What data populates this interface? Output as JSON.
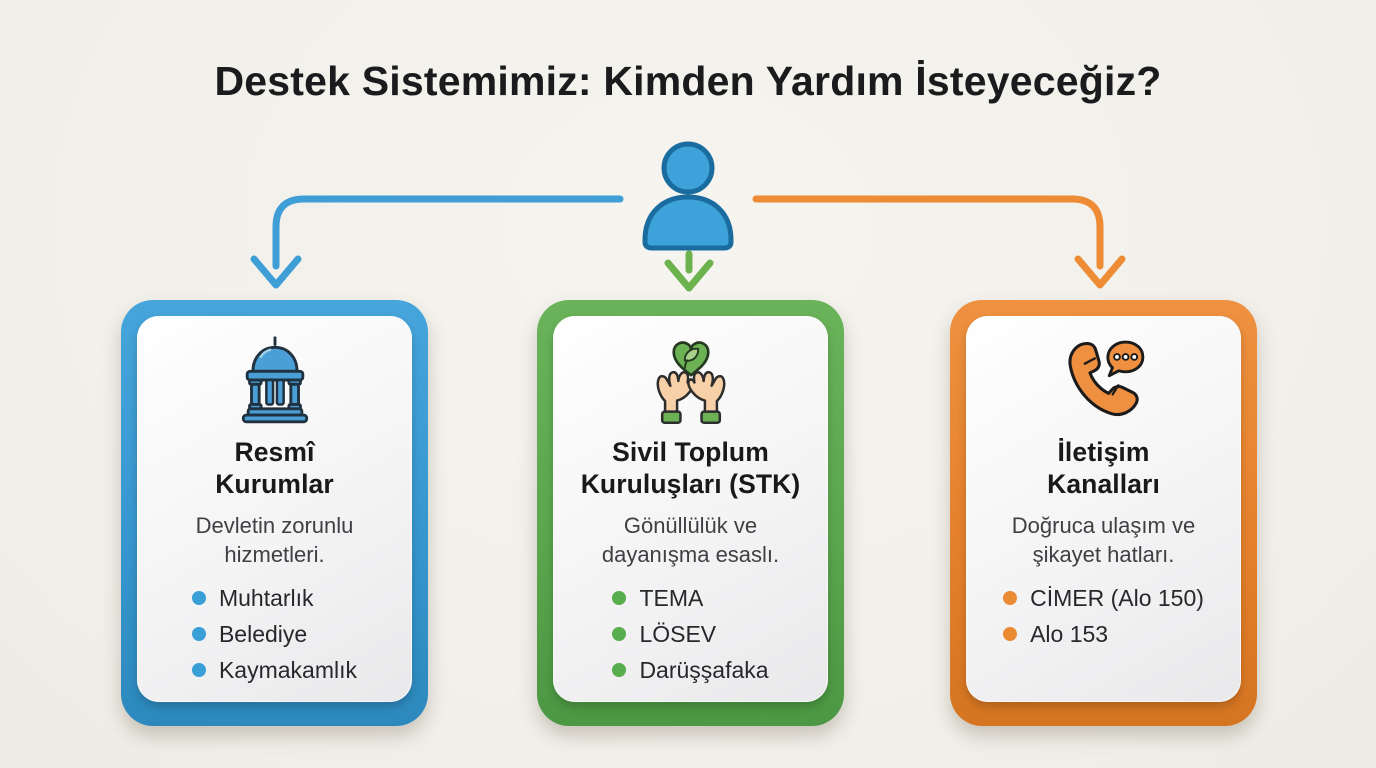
{
  "title": "Destek Sistemimiz: Kimden Yardım İsteyeceğiz?",
  "palette": {
    "background": "#f3f1ec",
    "title_text": "#1b1b1d",
    "blue": "#3a9fd6",
    "blue_dark": "#2d89bd",
    "green": "#58ad4e",
    "green_dark": "#4c9743",
    "orange": "#ea8a33",
    "orange_dark": "#d57521",
    "card_surface": "#f4f4f5",
    "body_text": "#3e4043"
  },
  "diagram": {
    "root_icon": "person-icon",
    "connectors": [
      "arrow-to-resmi-kurumlar",
      "arrow-to-stk",
      "arrow-to-iletisim"
    ]
  },
  "cards": [
    {
      "id": "resmi-kurumlar",
      "icon": "government-building-icon",
      "accent": "#3a9fd6",
      "title_line1": "Resmî",
      "title_line2": "Kurumlar",
      "desc_line1": "Devletin zorunlu",
      "desc_line2": "hizmetleri.",
      "items": [
        "Muhtarlık",
        "Belediye",
        "Kaymakamlık"
      ]
    },
    {
      "id": "stk",
      "icon": "hands-holding-heart-icon",
      "accent": "#58ad4e",
      "title_line1": "Sivil Toplum",
      "title_line2": "Kuruluşları (STK)",
      "desc_line1": "Gönüllülük ve",
      "desc_line2": "dayanışma esaslı.",
      "items": [
        "TEMA",
        "LÖSEV",
        "Darüşşafaka"
      ]
    },
    {
      "id": "iletisim",
      "icon": "phone-speech-bubble-icon",
      "accent": "#ea8a33",
      "title_line1": "İletişim",
      "title_line2": "Kanalları",
      "desc_line1": "Doğruca ulaşım ve",
      "desc_line2": "şikayet hatları.",
      "items": [
        "CİMER (Alo 150)",
        "Alo 153"
      ]
    }
  ]
}
